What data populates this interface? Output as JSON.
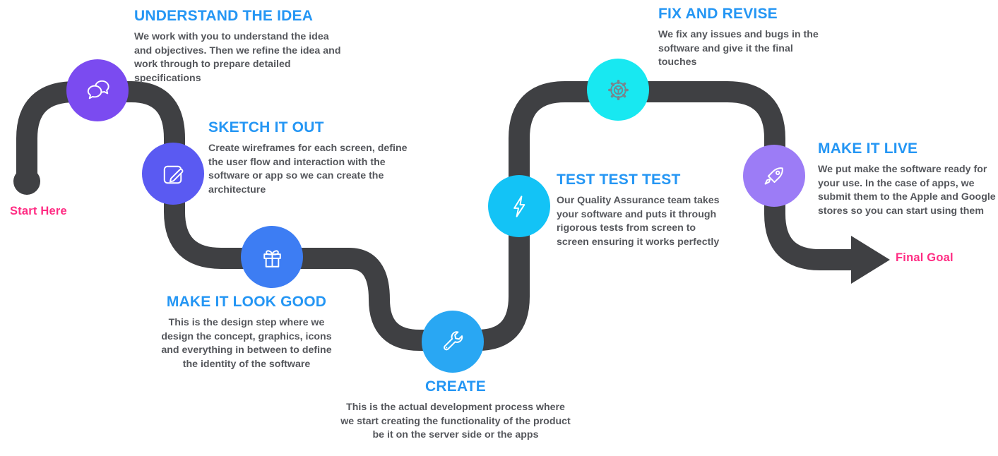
{
  "colors": {
    "title": "#2496F4",
    "body": "#55575C",
    "accent_pink": "#FF2C83",
    "path": "#3F4043"
  },
  "start_label": "Start Here",
  "end_label": "Final Goal",
  "steps": [
    {
      "title": "UNDERSTAND THE IDEA",
      "description": "We work with you to understand the idea and objectives. Then we refine the idea and work through to prepare detailed specifications",
      "icon": "chat-icon",
      "circle_color": "#7B4BF0"
    },
    {
      "title": "SKETCH IT OUT",
      "description": "Create wireframes for each screen, define the user flow and interaction with the software or app so we can create the architecture",
      "icon": "edit-icon",
      "circle_color": "#5A5AF2"
    },
    {
      "title": "MAKE IT LOOK GOOD",
      "description": "This is the design step where we design the concept, graphics, icons and everything in between to define the identity of the software",
      "icon": "gift-icon",
      "circle_color": "#3D7DF3"
    },
    {
      "title": "CREATE",
      "description": "This is the actual development process where we start creating the functionality of the product be it on the server side or the apps",
      "icon": "wrench-icon",
      "circle_color": "#29A7F3"
    },
    {
      "title": "TEST TEST TEST",
      "description": "Our Quality Assurance team takes your software and puts it through rigorous tests from screen to screen ensuring it works perfectly",
      "icon": "lightning-icon",
      "circle_color": "#13C3F6"
    },
    {
      "title": "FIX AND REVISE",
      "description": "We fix any issues and bugs in the software and give it the final touches",
      "icon": "gear-icon",
      "circle_color": "#18E8F1"
    },
    {
      "title": "MAKE IT LIVE",
      "description": "We put make the software ready for your use. In the case of apps, we submit them to the Apple and Google stores so you can start using them",
      "icon": "rocket-icon",
      "circle_color": "#9C7CF6"
    }
  ]
}
